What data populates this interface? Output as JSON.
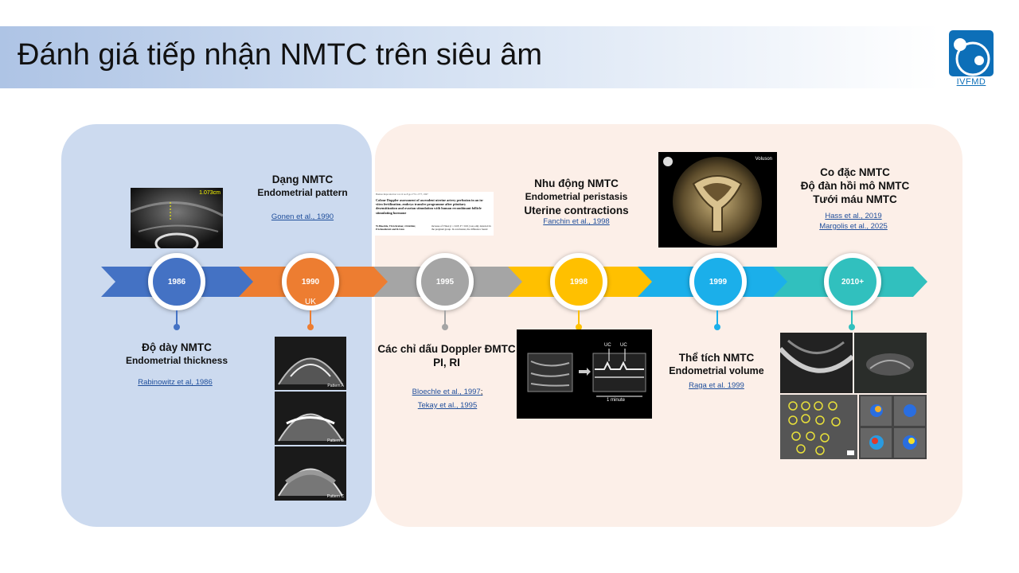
{
  "title": "Đánh giá tiếp nhận NMTC trên siêu âm",
  "logo": {
    "text": "IVFMD"
  },
  "timeline": [
    {
      "year": "1986",
      "color": "#4472c4",
      "labels": [
        "Độ dày NMTC",
        "Endometrial thickness"
      ],
      "refs": [
        "Rabinowitz et al, 1986"
      ]
    },
    {
      "year": "1990",
      "color": "#ed7d31",
      "note": "UK",
      "labels": [
        "Dạng NMTC",
        "Endometrial pattern"
      ],
      "refs": [
        "Gonen et al., 1990"
      ]
    },
    {
      "year": "1995",
      "color": "#a5a5a5",
      "labels": [
        "Các chỉ dấu Doppler ĐMTC",
        "PI, RI"
      ],
      "refs": [
        "Bloechle et al., 1997",
        ";",
        "Tekay et al., 1995"
      ]
    },
    {
      "year": "1998",
      "color": "#ffc000",
      "labels": [
        "Nhu động NMTC",
        "Endometrial peristasis",
        "Uterine contractions"
      ],
      "refs": [
        "Fanchin et al., 1998"
      ]
    },
    {
      "year": "1999",
      "color": "#1bafea",
      "labels": [
        "Thể tích NMTC",
        "Endometrial volume"
      ],
      "refs": [
        "Raga et al. 1999"
      ]
    },
    {
      "year": "2010+",
      "color": "#31c0be",
      "labels": [
        "Co đặc NMTC",
        "Độ đàn hồi mô NMTC",
        "Tưới máu NMTC"
      ],
      "refs": [
        "Hass et al., 2019",
        "Margolis  et al., 2025"
      ]
    }
  ],
  "images": {
    "us1986_readout": "1.073cm",
    "pattern_labels": [
      "Pattern A",
      "Pattern B",
      "Pattern C"
    ],
    "peristalsis_marks": [
      "UC",
      "UC"
    ],
    "peristalsis_scale": "1 minute",
    "voluson_brand": "Voluson",
    "paper": {
      "journal": "Human Reproduction vol.12 no.8 pp.1772–1777, 1997",
      "title": "Colour Doppler assessment of ascendent uterine artery perfusion in an in-vitro fertilization–embryo transfer programme after pituitary desensitization and ovarian stimulation with human recombinant follicle stimulating hormone",
      "authors": "W.Bloechle, Th.Schreiner, J.Küchler, P.Schneidereit and R.Linn",
      "snippet": "increase of Vmax (r = 0.65; P < 0.01) was only detected in the pregnant group. In conclusion, the difference found"
    }
  },
  "colors": {
    "panel_left": "#ccdaef",
    "panel_right": "#fcefe8",
    "link": "#1f4e9b"
  }
}
